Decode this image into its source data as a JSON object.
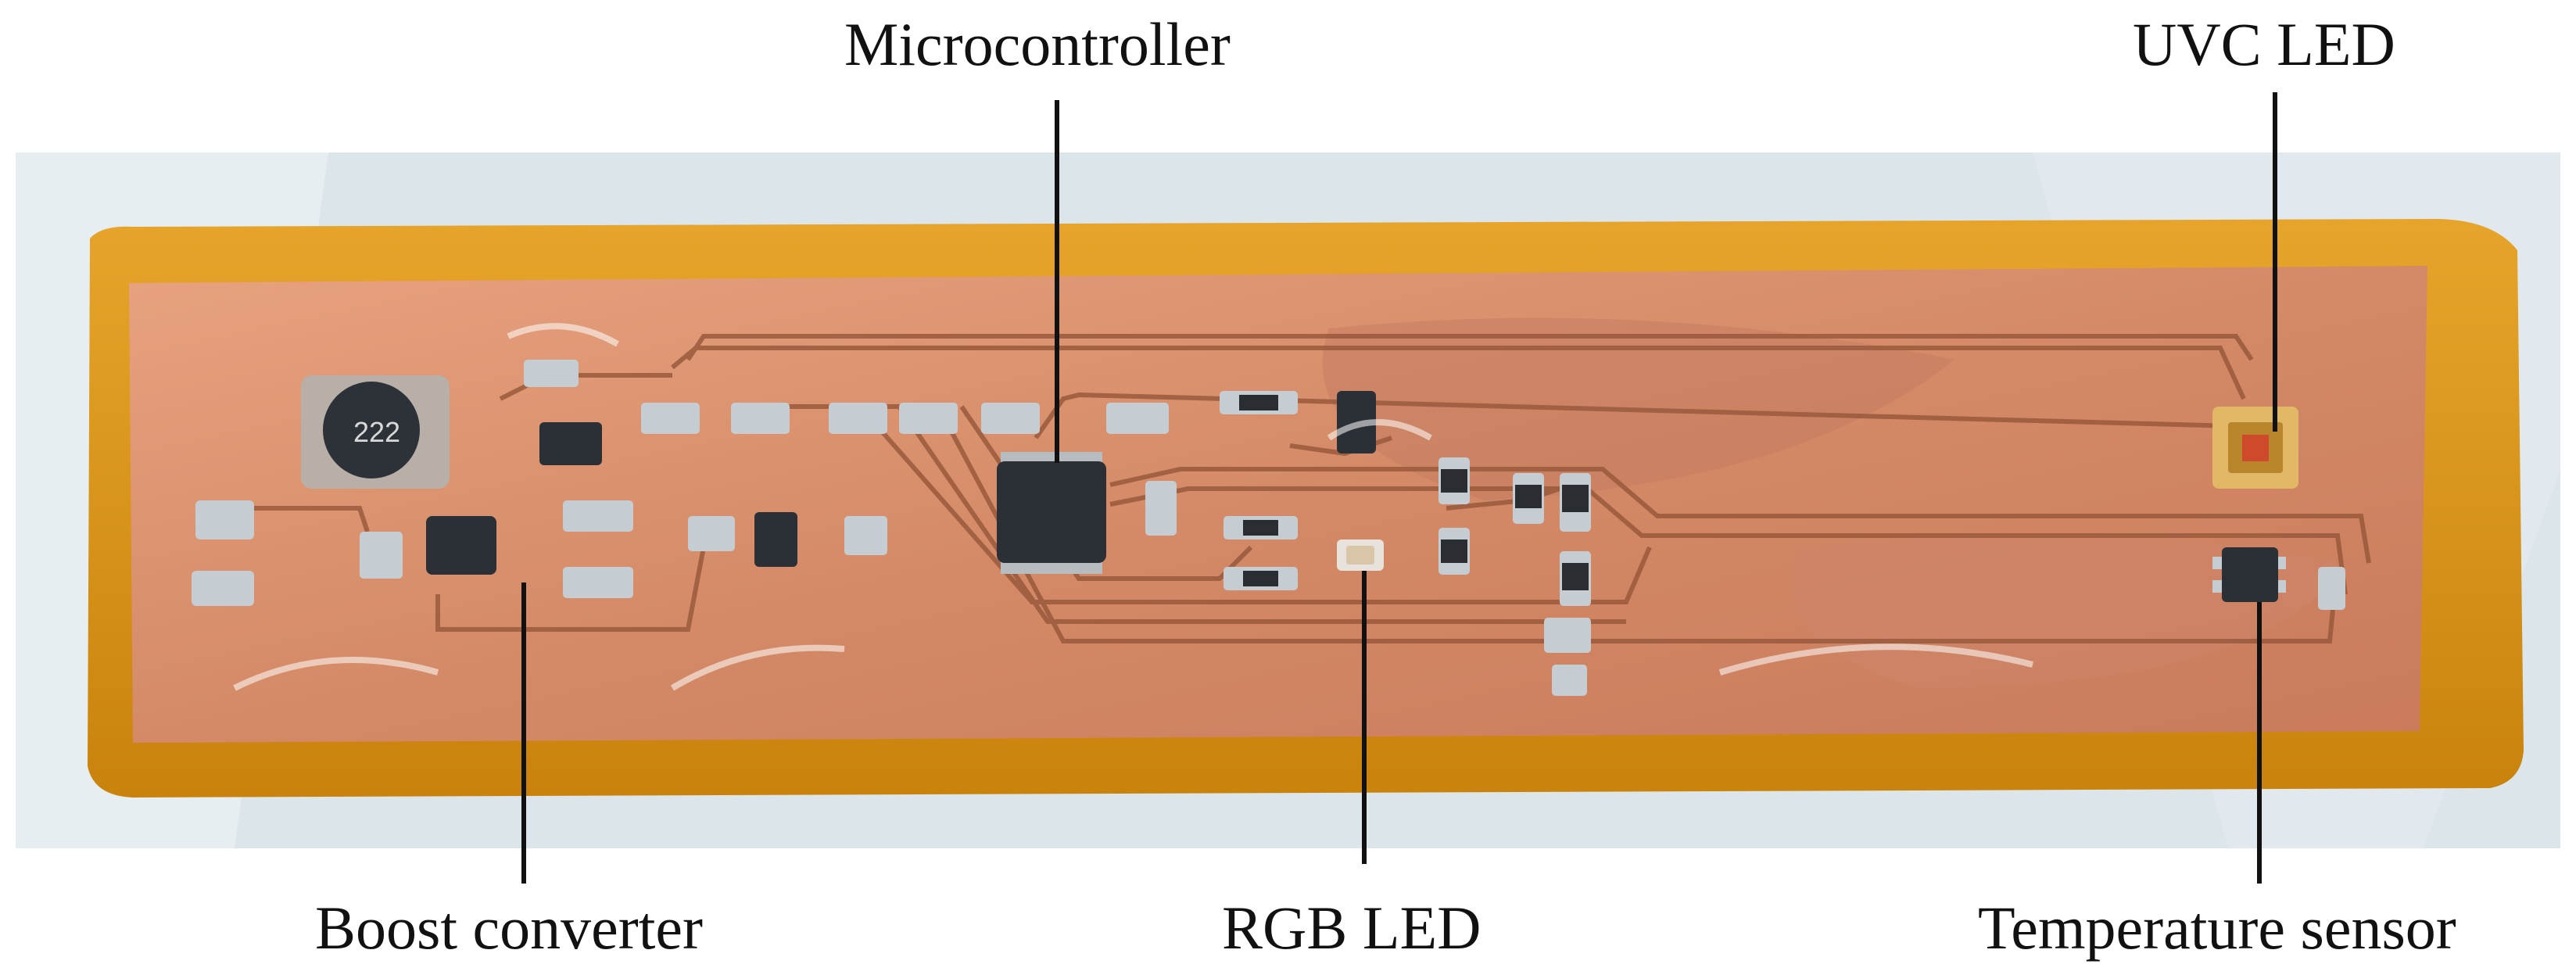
{
  "labels": {
    "microcontroller": "Microcontroller",
    "uvc_led": "UVC LED",
    "boost_converter": "Boost converter",
    "rgb_led": "RGB LED",
    "temperature_sensor": "Temperature sensor"
  },
  "component_markings": {
    "inductor": "222"
  },
  "colors": {
    "background": "#ffffff",
    "encapsulation": "#dbe5ea",
    "polyimide": "#d28c12",
    "copper": "#d8906a",
    "ic_body": "#2a3036",
    "pad": "#c6cdd2",
    "leader": "#111111"
  }
}
